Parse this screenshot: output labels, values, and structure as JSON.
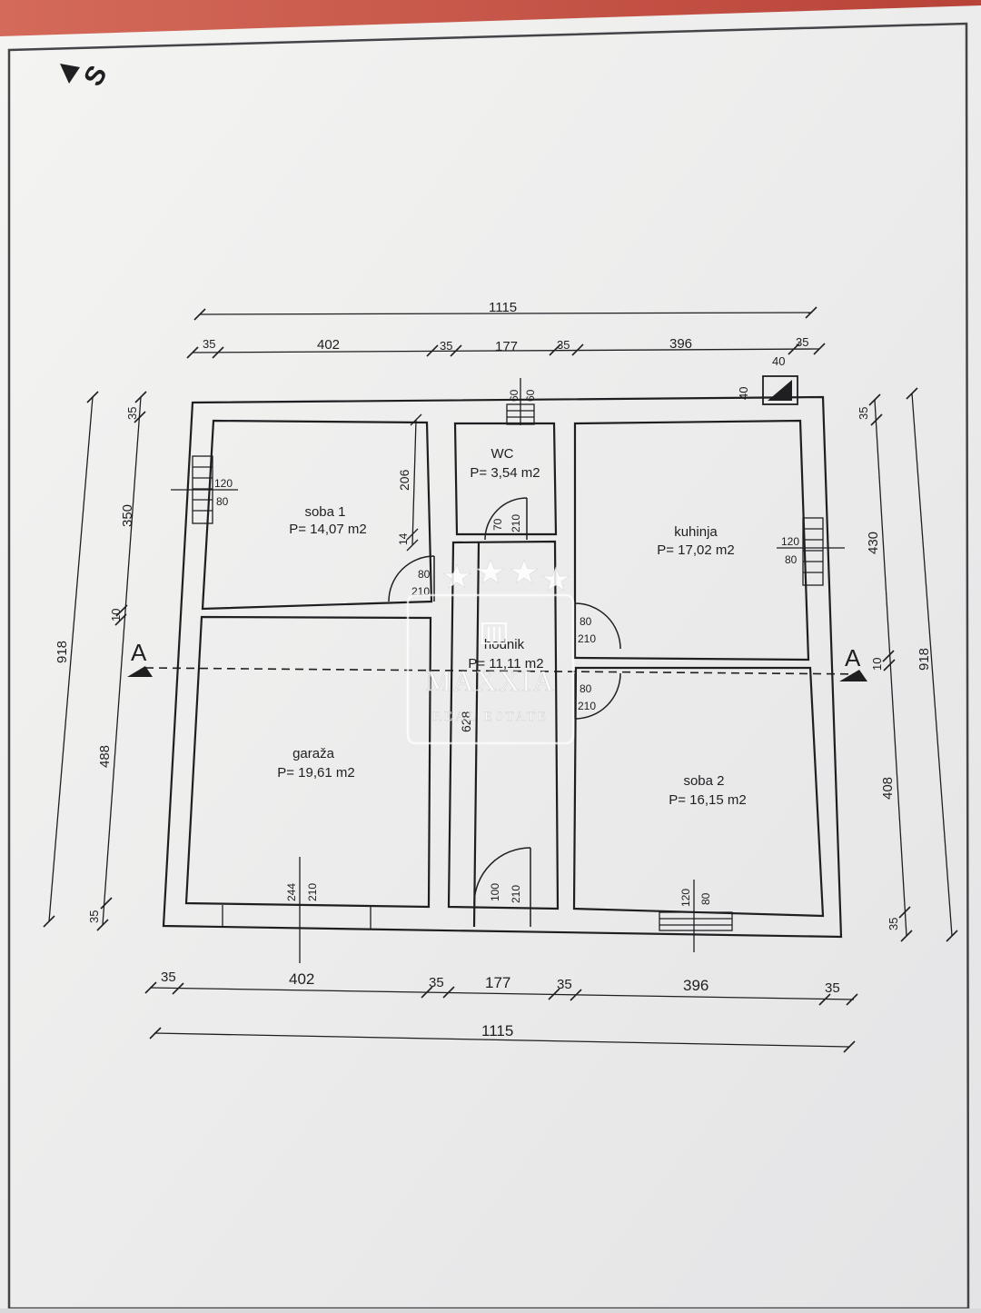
{
  "north_label": "S",
  "dimensions": {
    "top_total": "1115",
    "top_segments": [
      "35",
      "402",
      "35",
      "177",
      "35",
      "396",
      "35"
    ],
    "bottom_total": "1115",
    "bottom_segments": [
      "35",
      "402",
      "35",
      "177",
      "35",
      "396",
      "35"
    ],
    "left_total": "918",
    "left_segments": [
      "35",
      "350",
      "10",
      "488",
      "35"
    ],
    "right_total": "918",
    "right_segments": [
      "35",
      "430",
      "10",
      "408",
      "35"
    ],
    "chimney": [
      "40",
      "40"
    ],
    "soba1_depth": [
      "206",
      "14"
    ],
    "hall_length": "628",
    "wc_vent": [
      "60",
      "60"
    ]
  },
  "rooms": [
    {
      "id": "soba-1",
      "name": "soba 1",
      "area": "P= 14,07 m2"
    },
    {
      "id": "wc",
      "name": "WC",
      "area": "P=  3,54 m2"
    },
    {
      "id": "kuhinja",
      "name": "kuhinja",
      "area": "P= 17,02 m2"
    },
    {
      "id": "hodnik",
      "name": "hodnik",
      "area": "P= 11,11 m2"
    },
    {
      "id": "garaza",
      "name": "garaža",
      "area": "P= 19,61 m2"
    },
    {
      "id": "soba-2",
      "name": "soba 2",
      "area": "P= 16,15 m2"
    }
  ],
  "openings": [
    {
      "id": "window-soba1",
      "w": "120",
      "h": "80"
    },
    {
      "id": "window-kuhinja",
      "w": "120",
      "h": "80"
    },
    {
      "id": "window-soba2",
      "w": "120",
      "h": "80"
    },
    {
      "id": "door-soba1",
      "w": "80",
      "h": "210"
    },
    {
      "id": "door-wc",
      "w": "70",
      "h": "210"
    },
    {
      "id": "door-kuhinja",
      "w": "80",
      "h": "210"
    },
    {
      "id": "door-soba2",
      "w": "80",
      "h": "210"
    },
    {
      "id": "door-entrance",
      "w": "100",
      "h": "210"
    },
    {
      "id": "door-garage",
      "w": "244",
      "h": "210"
    }
  ],
  "section": {
    "left": "A",
    "right": "A"
  },
  "watermark": {
    "brand": "MAXXIA",
    "sub": "REAL ESTATE"
  },
  "colors": {
    "paper": "#f1f1ef",
    "ink": "#1f1f22",
    "border": "#444448",
    "watermark": "#ffffff"
  }
}
